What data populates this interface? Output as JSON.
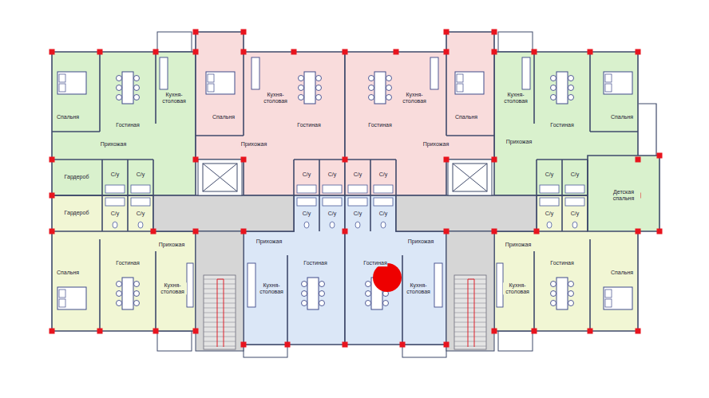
{
  "diagram": {
    "labels": [
      "Спальня",
      "Гостиная",
      "Кухня-столовая",
      "Прихожая",
      "Спальня",
      "Кухня-столовая",
      "Гостиная",
      "Прихожая",
      "Гостиная",
      "Кухня-столовая",
      "Спальня",
      "Прихожая",
      "Кухня-столовая",
      "Гостиная",
      "Спальня",
      "Прихожая",
      "Гардероб",
      "С/у",
      "С/у",
      "С/у",
      "С/у",
      "С/у",
      "С/у",
      "С/у",
      "С/у",
      "Детская спальня",
      "Гардероб",
      "С/у",
      "С/у",
      "С/у",
      "С/у",
      "С/у",
      "С/у",
      "С/у",
      "С/у",
      "Прихожая",
      "Спальня",
      "Гостиная",
      "Кухня-столовая",
      "Прихожая",
      "Гостиная",
      "Кухня-столовая",
      "Прихожая",
      "Гостиная",
      "Кухня-столовая",
      "Прихожая",
      "Кухня-столовая",
      "Гостиная",
      "Спальня"
    ]
  }
}
